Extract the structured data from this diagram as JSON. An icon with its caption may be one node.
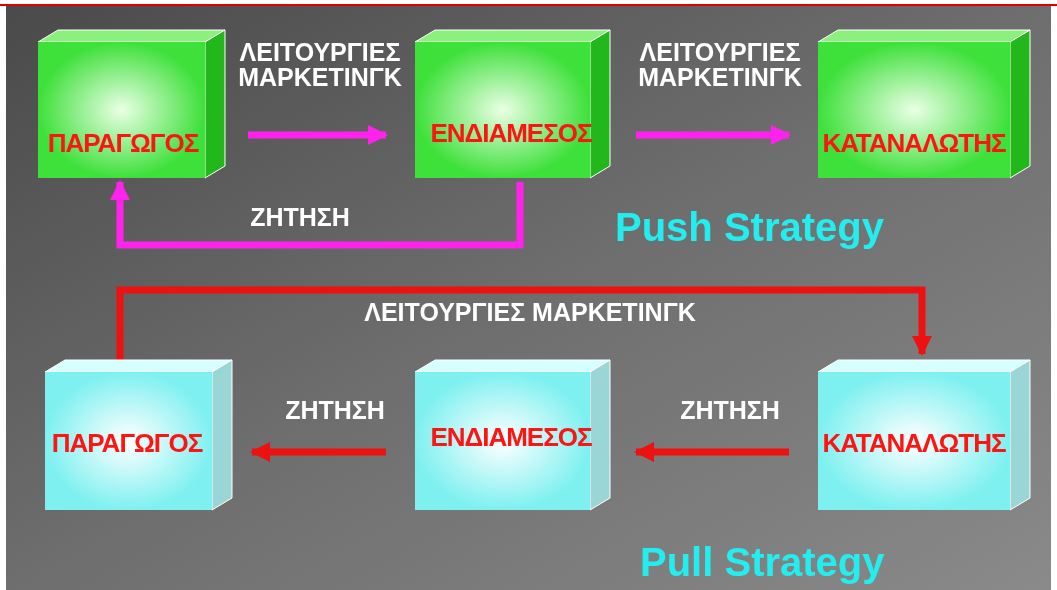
{
  "diagram": {
    "nodes": [
      {
        "text": [
          "ΠΑΡΑΓΩΓΟΣ"
        ]
      },
      {
        "text": [
          "ΕΝΔΙΑΜΕΣΟΣ"
        ]
      },
      {
        "text": [
          "ΚΑΤΑΝΑΛΩΤΗΣ"
        ]
      },
      {
        "text": [
          "ΠΑΡΑΓΩΓΟΣ"
        ]
      },
      {
        "text": [
          "ΕΝΔΙΑΜΕΣΟΣ"
        ]
      },
      {
        "text": [
          "ΚΑΤΑΝΑΛΩΤΗΣ"
        ]
      }
    ],
    "edges": [
      {
        "from": 0,
        "to": 1,
        "arrow": "to",
        "label": "ΛΕΙΤΟΥΡΓΙΕΣ ΜΑΡΚΕΤΙΝΓΚ",
        "color": "#ff22ee"
      },
      {
        "from": 1,
        "to": 2,
        "arrow": "to",
        "label": "ΛΕΙΤΟΥΡΓΙΕΣ ΜΑΡΚΕΤΙΝΓΚ",
        "color": "#ff22ee"
      },
      {
        "from": 1,
        "to": 0,
        "arrow": "to",
        "label": "ΖΗΤΗΣΗ",
        "color": "#ff22ee"
      },
      {
        "from": 3,
        "to": 5,
        "arrow": "to",
        "label": "ΛΕΙΤΟΥΡΓΙΕΣ ΜΑΡΚΕΤΙΝΓΚ",
        "color": "#ee1111"
      },
      {
        "from": 5,
        "to": 4,
        "arrow": "to",
        "label": "ΖΗΤΗΣΗ",
        "color": "#ee1111"
      },
      {
        "from": 4,
        "to": 3,
        "arrow": "to",
        "label": "ΖΗΤΗΣΗ",
        "color": "#ee1111"
      }
    ],
    "labels": [
      "Push Strategy",
      "Pull Strategy"
    ]
  }
}
